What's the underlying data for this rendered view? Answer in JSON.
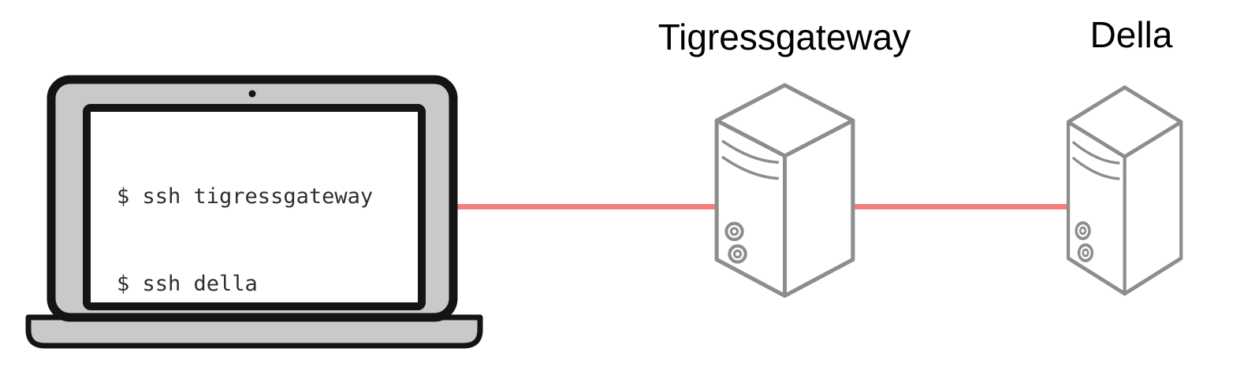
{
  "terminal": {
    "lines": [
      "$ ssh tigressgateway",
      "$ ssh della"
    ]
  },
  "nodes": [
    {
      "label": "Tigressgateway",
      "icon": "server-icon"
    },
    {
      "label": "Della",
      "icon": "server-icon"
    }
  ],
  "client": {
    "icon": "laptop-icon"
  },
  "connections": [
    {
      "from": "laptop",
      "to": "Tigressgateway"
    },
    {
      "from": "Tigressgateway",
      "to": "Della"
    }
  ],
  "colors": {
    "connection": "#f57f7f",
    "server_outline": "#8d8d8d",
    "laptop_fill": "#c9c9c9",
    "laptop_outline": "#141414",
    "terminal_text": "#2d2d2d",
    "label_text": "#000000",
    "background": "#ffffff"
  }
}
